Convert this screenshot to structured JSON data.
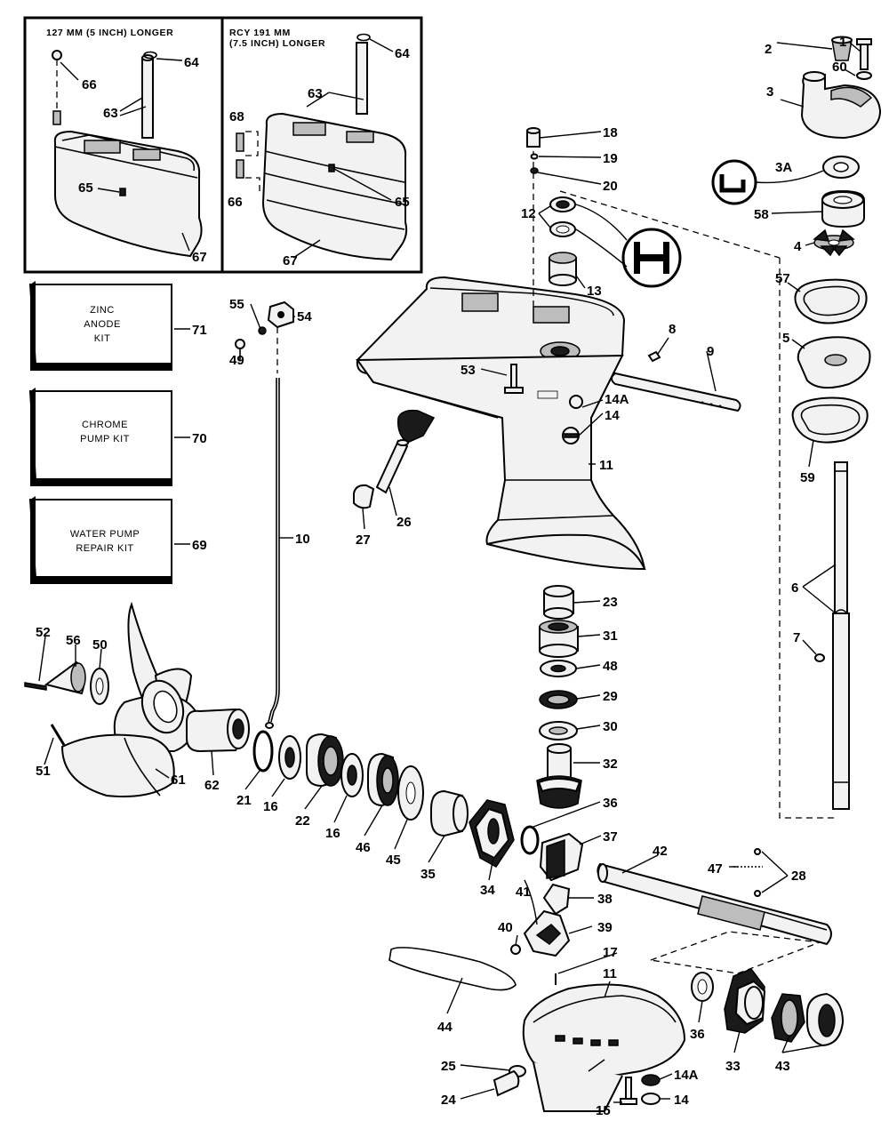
{
  "insets": [
    {
      "title_lines": [
        "127 MM (5 INCH) LONGER"
      ]
    },
    {
      "title_lines": [
        "RCY 191 MM",
        "(7.5 INCH) LONGER"
      ]
    }
  ],
  "kits": [
    {
      "number": "71",
      "lines": [
        "ZINC",
        "ANODE",
        "KIT"
      ]
    },
    {
      "number": "70",
      "lines": [
        "CHROME",
        "PUMP KIT"
      ]
    },
    {
      "number": "69",
      "lines": [
        "WATER PUMP",
        "REPAIR KIT"
      ]
    }
  ],
  "callouts": [
    {
      "label": "66"
    },
    {
      "label": "64"
    },
    {
      "label": "63"
    },
    {
      "label": "65"
    },
    {
      "label": "67"
    },
    {
      "label": "64"
    },
    {
      "label": "63"
    },
    {
      "label": "68"
    },
    {
      "label": "66"
    },
    {
      "label": "65"
    },
    {
      "label": "67"
    },
    {
      "label": "2"
    },
    {
      "label": "1"
    },
    {
      "label": "60"
    },
    {
      "label": "3"
    },
    {
      "label": "3A"
    },
    {
      "label": "58"
    },
    {
      "label": "4"
    },
    {
      "label": "57"
    },
    {
      "label": "5"
    },
    {
      "label": "59"
    },
    {
      "label": "6"
    },
    {
      "label": "7"
    },
    {
      "label": "18"
    },
    {
      "label": "19"
    },
    {
      "label": "20"
    },
    {
      "label": "12"
    },
    {
      "label": "13"
    },
    {
      "label": "55"
    },
    {
      "label": "54"
    },
    {
      "label": "49"
    },
    {
      "label": "8"
    },
    {
      "label": "9"
    },
    {
      "label": "53"
    },
    {
      "label": "14A"
    },
    {
      "label": "14"
    },
    {
      "label": "11"
    },
    {
      "label": "26"
    },
    {
      "label": "27"
    },
    {
      "label": "10"
    },
    {
      "label": "23"
    },
    {
      "label": "31"
    },
    {
      "label": "48"
    },
    {
      "label": "29"
    },
    {
      "label": "30"
    },
    {
      "label": "32"
    },
    {
      "label": "52"
    },
    {
      "label": "56"
    },
    {
      "label": "50"
    },
    {
      "label": "51"
    },
    {
      "label": "61"
    },
    {
      "label": "62"
    },
    {
      "label": "21"
    },
    {
      "label": "16"
    },
    {
      "label": "22"
    },
    {
      "label": "16"
    },
    {
      "label": "46"
    },
    {
      "label": "45"
    },
    {
      "label": "35"
    },
    {
      "label": "34"
    },
    {
      "label": "36"
    },
    {
      "label": "37"
    },
    {
      "label": "42"
    },
    {
      "label": "47"
    },
    {
      "label": "28"
    },
    {
      "label": "38"
    },
    {
      "label": "41"
    },
    {
      "label": "39"
    },
    {
      "label": "40"
    },
    {
      "label": "17"
    },
    {
      "label": "11"
    },
    {
      "label": "44"
    },
    {
      "label": "36"
    },
    {
      "label": "33"
    },
    {
      "label": "43"
    },
    {
      "label": "25"
    },
    {
      "label": "24"
    },
    {
      "label": "15"
    },
    {
      "label": "14A"
    },
    {
      "label": "14"
    }
  ]
}
